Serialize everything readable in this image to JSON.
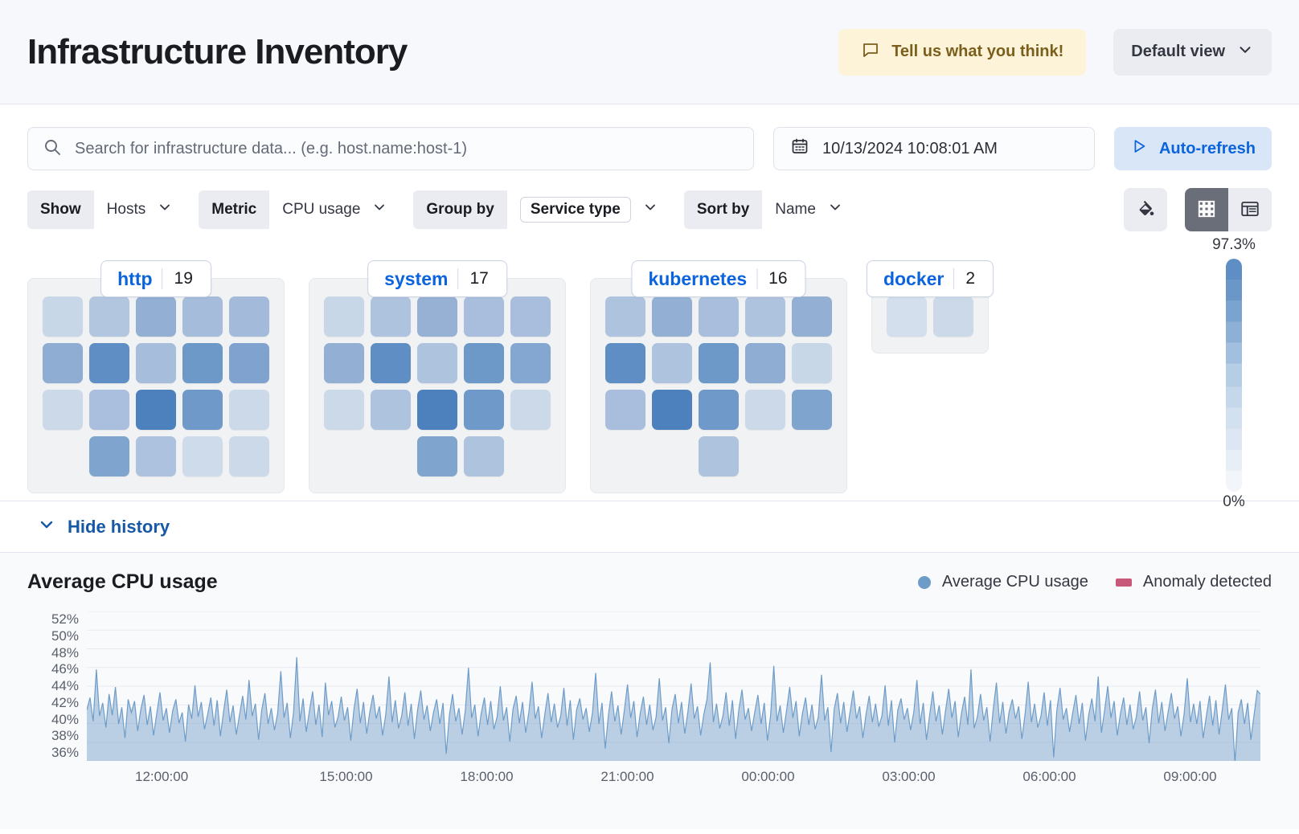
{
  "header": {
    "title": "Infrastructure Inventory",
    "feedback_label": "Tell us what you think!",
    "feedback_icon": "comment-icon",
    "view_label": "Default view",
    "view_icon": "chevron-down-icon"
  },
  "query": {
    "search_placeholder": "Search for infrastructure data... (e.g. host.name:host-1)",
    "search_value": "",
    "search_icon": "search-icon",
    "date_value": "10/13/2024 10:08:01 AM",
    "date_icon": "calendar-icon",
    "refresh_label": "Auto-refresh",
    "refresh_icon": "play-icon"
  },
  "filters": [
    {
      "label": "Show",
      "value": "Hosts",
      "boxed": false
    },
    {
      "label": "Metric",
      "value": "CPU usage",
      "boxed": false
    },
    {
      "label": "Group by",
      "value": "Service type",
      "boxed": true
    },
    {
      "label": "Sort by",
      "value": "Name",
      "boxed": false
    }
  ],
  "view_controls": {
    "palette_icon": "color-fill-icon",
    "grid_icon": "grid-view-icon",
    "table_icon": "table-view-icon",
    "active_view": "grid"
  },
  "legend_scale": {
    "max_label": "97.3%",
    "min_label": "0%"
  },
  "groups": [
    {
      "name": "http",
      "count": "19",
      "rows": [
        [
          "#c8d7e8",
          "#b2c6e0",
          "#93afd3",
          "#a6bcdb",
          "#a4bada"
        ],
        [
          "#8fadd2",
          "#5e8ec4",
          "#a6bddc",
          "#6d99c9",
          "#7fa3ce"
        ],
        [
          "#cbd9e9",
          "#aabfdd",
          "#4d81bd",
          "#6e99c9",
          "#cbd9e9"
        ],
        [
          null,
          "#7fa4ce",
          "#adc2de",
          "#cedbea",
          "#cbd9e9"
        ]
      ]
    },
    {
      "name": "system",
      "count": "17",
      "rows": [
        [
          "#c8d7e8",
          "#aec3de",
          "#96b1d4",
          "#a9bedc",
          "#a9bedc"
        ],
        [
          "#93b0d4",
          "#5e8ec4",
          "#aec3de",
          "#6d99c9",
          "#83a7d0"
        ],
        [
          "#cbd9e9",
          "#aec3de",
          "#4d81bd",
          "#6e99c9",
          "#cbd9e9"
        ],
        [
          null,
          null,
          "#7fa4ce",
          "#aec3de",
          null
        ]
      ]
    },
    {
      "name": "kubernetes",
      "count": "16",
      "rows": [
        [
          "#aec3de",
          "#93b0d4",
          "#a9bedc",
          "#aec3de",
          "#93b0d4"
        ],
        [
          "#5e8ec4",
          "#aec3de",
          "#6d99c9",
          "#8fadd2",
          "#c8d7e8"
        ],
        [
          "#a9bedc",
          "#4d81bd",
          "#6e99c9",
          "#cbd9e9",
          "#7fa4ce"
        ],
        [
          null,
          null,
          "#aec3de",
          null,
          null
        ]
      ]
    },
    {
      "name": "docker",
      "count": "2",
      "rows": [
        [
          "#d3dfec",
          "#cbd9e9"
        ]
      ]
    }
  ],
  "history": {
    "toggle_label": "Hide history",
    "toggle_icon": "chevron-down-icon"
  },
  "chart_data": {
    "type": "area",
    "title": "Average CPU usage",
    "xlabel": "",
    "ylabel": "",
    "ylim": [
      36,
      53
    ],
    "grid": true,
    "legend_position": "top-right",
    "legend": [
      {
        "name": "Average CPU usage",
        "color": "#6e9cc8",
        "marker": "circle"
      },
      {
        "name": "Anomaly detected",
        "color": "#c8597a",
        "marker": "square"
      }
    ],
    "yticks": [
      "52%",
      "50%",
      "48%",
      "46%",
      "44%",
      "42%",
      "40%",
      "38%",
      "36%"
    ],
    "xticks": [
      "12:00:00",
      "15:00:00",
      "18:00:00",
      "21:00:00",
      "00:00:00",
      "03:00:00",
      "06:00:00",
      "09:00:00"
    ],
    "series": [
      {
        "name": "Average CPU usage",
        "color": "#6e9cc8",
        "values": [
          41.8,
          43.2,
          40.5,
          46.4,
          41.1,
          42.6,
          39.8,
          43.6,
          41.2,
          44.4,
          40.2,
          42.1,
          38.6,
          43.0,
          41.5,
          42.8,
          39.4,
          41.9,
          43.5,
          40.1,
          42.2,
          38.9,
          41.4,
          43.8,
          40.6,
          42.0,
          39.2,
          41.7,
          43.0,
          40.3,
          41.5,
          38.2,
          42.4,
          40.8,
          44.6,
          41.0,
          42.7,
          39.6,
          41.3,
          43.2,
          40.0,
          42.9,
          38.8,
          41.6,
          44.1,
          40.4,
          42.3,
          39.0,
          41.2,
          43.4,
          40.7,
          45.2,
          41.1,
          42.5,
          38.4,
          41.8,
          43.7,
          40.2,
          42.0,
          39.5,
          41.4,
          46.2,
          40.9,
          42.6,
          38.6,
          41.5,
          47.8,
          40.5,
          43.1,
          39.3,
          41.7,
          43.9,
          40.1,
          42.4,
          38.7,
          44.9,
          41.2,
          42.8,
          39.8,
          41.0,
          43.3,
          40.6,
          42.1,
          38.3,
          41.9,
          44.2,
          40.3,
          42.7,
          39.1,
          41.6,
          43.5,
          40.8,
          42.2,
          38.9,
          41.3,
          45.6,
          40.4,
          42.9,
          39.7,
          41.1,
          43.8,
          40.0,
          42.5,
          38.5,
          41.8,
          44.0,
          40.7,
          42.3,
          39.4,
          41.5,
          43.0,
          40.2,
          42.6,
          36.8,
          41.2,
          43.6,
          40.5,
          42.0,
          39.0,
          41.7,
          46.6,
          40.9,
          42.4,
          38.8,
          41.4,
          43.2,
          40.1,
          42.8,
          39.6,
          41.0,
          44.5,
          40.6,
          42.1,
          38.2,
          41.9,
          43.4,
          40.3,
          42.7,
          39.2,
          41.6,
          45.0,
          40.8,
          42.2,
          38.6,
          41.3,
          43.7,
          40.4,
          42.5,
          39.8,
          41.1,
          44.3,
          40.0,
          42.9,
          38.4,
          41.8,
          43.1,
          40.7,
          42.0,
          39.3,
          41.5,
          46.0,
          40.2,
          42.6,
          37.4,
          41.2,
          43.9,
          40.5,
          42.3,
          39.0,
          41.7,
          44.7,
          40.9,
          42.8,
          38.7,
          41.4,
          43.3,
          40.1,
          42.4,
          39.5,
          41.0,
          45.4,
          40.6,
          42.1,
          38.0,
          41.9,
          43.6,
          40.3,
          42.7,
          39.1,
          41.6,
          44.8,
          40.8,
          42.2,
          38.9,
          41.3,
          43.0,
          47.2,
          40.4,
          42.5,
          39.7,
          41.1,
          43.8,
          40.0,
          42.9,
          38.5,
          41.8,
          44.1,
          40.7,
          42.0,
          39.4,
          41.5,
          43.5,
          40.2,
          42.6,
          38.3,
          41.2,
          46.8,
          40.5,
          42.3,
          39.2,
          41.7,
          44.4,
          40.9,
          42.8,
          38.8,
          41.4,
          43.2,
          40.1,
          42.4,
          39.6,
          41.0,
          45.8,
          40.6,
          42.1,
          37.0,
          41.9,
          43.7,
          40.3,
          42.7,
          39.3,
          41.6,
          44.0,
          40.8,
          42.2,
          38.6,
          41.3,
          43.4,
          40.4,
          42.5,
          39.9,
          41.1,
          44.6,
          40.0,
          42.9,
          38.1,
          41.8,
          43.1,
          40.7,
          42.0,
          39.5,
          41.5,
          45.2,
          40.2,
          42.6,
          38.4,
          41.2,
          43.9,
          40.5,
          42.3,
          39.0,
          41.7,
          44.2,
          40.9,
          42.8,
          38.7,
          41.4,
          43.3,
          40.1,
          46.4,
          39.7,
          41.0,
          43.6,
          40.6,
          42.1,
          38.2,
          41.9,
          44.9,
          40.3,
          42.7,
          39.1,
          41.6,
          43.0,
          40.8,
          42.2,
          38.5,
          41.3,
          45.0,
          40.4,
          42.5,
          39.8,
          41.1,
          43.8,
          40.0,
          42.9,
          36.4,
          41.8,
          44.3,
          40.7,
          42.0,
          39.3,
          41.5,
          43.5,
          40.2,
          42.6,
          38.3,
          41.2,
          43.1,
          40.5,
          45.6,
          39.2,
          41.7,
          44.5,
          40.9,
          42.8,
          38.9,
          41.4,
          43.2,
          40.1,
          42.4,
          39.6,
          41.0,
          43.9,
          40.6,
          42.1,
          38.0,
          41.9,
          44.1,
          40.3,
          42.7,
          39.4,
          41.6,
          43.7,
          40.8,
          42.2,
          38.8,
          41.3,
          45.4,
          40.4,
          42.5,
          40.2,
          42.8,
          38.6,
          41.1,
          43.4,
          40.0,
          42.9,
          39.0,
          41.8,
          44.7,
          40.7,
          42.0,
          35.8,
          41.5,
          43.0,
          40.2,
          42.6,
          38.4,
          41.2,
          44.0,
          43.6
        ]
      }
    ]
  }
}
